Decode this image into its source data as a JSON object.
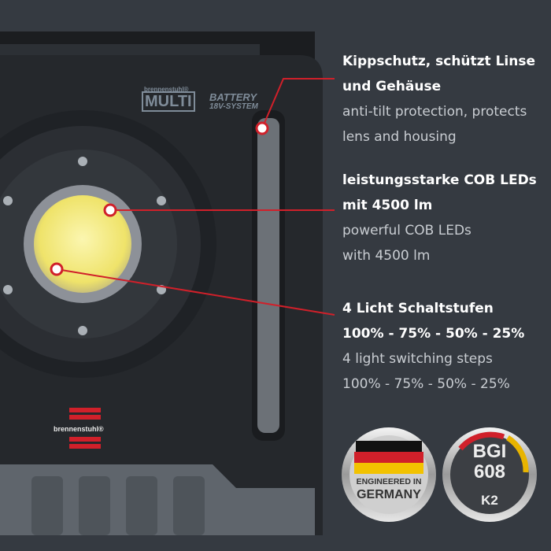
{
  "product": {
    "brand": "brennenstuhl®",
    "logo_multi": "MULTI",
    "logo_battery": "BATTERY",
    "logo_system": "18V-SYSTEM"
  },
  "callouts": [
    {
      "de": [
        "Kippschutz, schützt Linse",
        "und Gehäuse"
      ],
      "en": [
        "anti-tilt protection, protects",
        "lens and housing"
      ]
    },
    {
      "de": [
        "leistungsstarke COB LEDs",
        "mit 4500 lm"
      ],
      "en": [
        "powerful COB LEDs",
        "with 4500 lm"
      ]
    },
    {
      "de": [
        "4 Licht Schaltstufen",
        "100% - 75% - 50% - 25%"
      ],
      "en": [
        "4 light switching steps",
        "100% - 75% - 50% - 25%"
      ]
    }
  ],
  "badges": {
    "germany": {
      "line1": "ENGINEERED IN",
      "line2": "GERMANY"
    },
    "bgi": {
      "line1": "BGI",
      "line2": "608",
      "line3": "K2"
    }
  },
  "colors": {
    "accent_red": "#d0202a",
    "background": "#353a41"
  }
}
